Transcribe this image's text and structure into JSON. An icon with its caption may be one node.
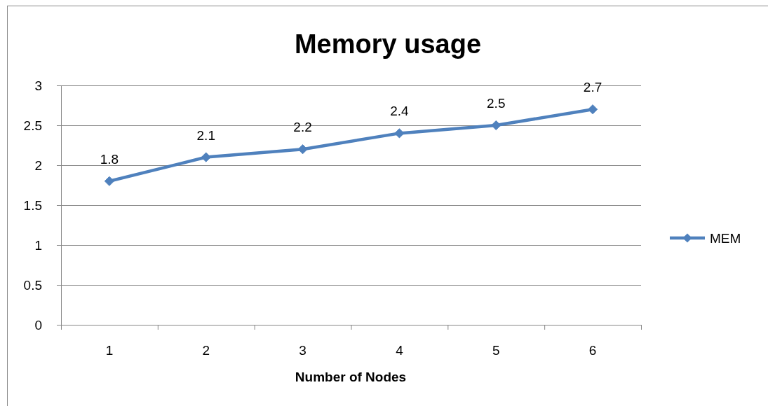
{
  "diagram": {
    "title": "Memory usage",
    "chart_data": {
      "type": "line",
      "xlabel": "Number of Nodes",
      "categories": [
        "1",
        "2",
        "3",
        "4",
        "5",
        "6"
      ],
      "series": [
        {
          "name": "MEM",
          "color": "#4f81bd",
          "marker": "diamond",
          "values": [
            1.8,
            2.1,
            2.2,
            2.4,
            2.5,
            2.7
          ]
        }
      ],
      "grid": true,
      "ylim": [
        0,
        3
      ],
      "yticks": [
        0,
        0.5,
        1,
        1.5,
        2,
        2.5,
        3
      ],
      "data_labels": true
    }
  }
}
